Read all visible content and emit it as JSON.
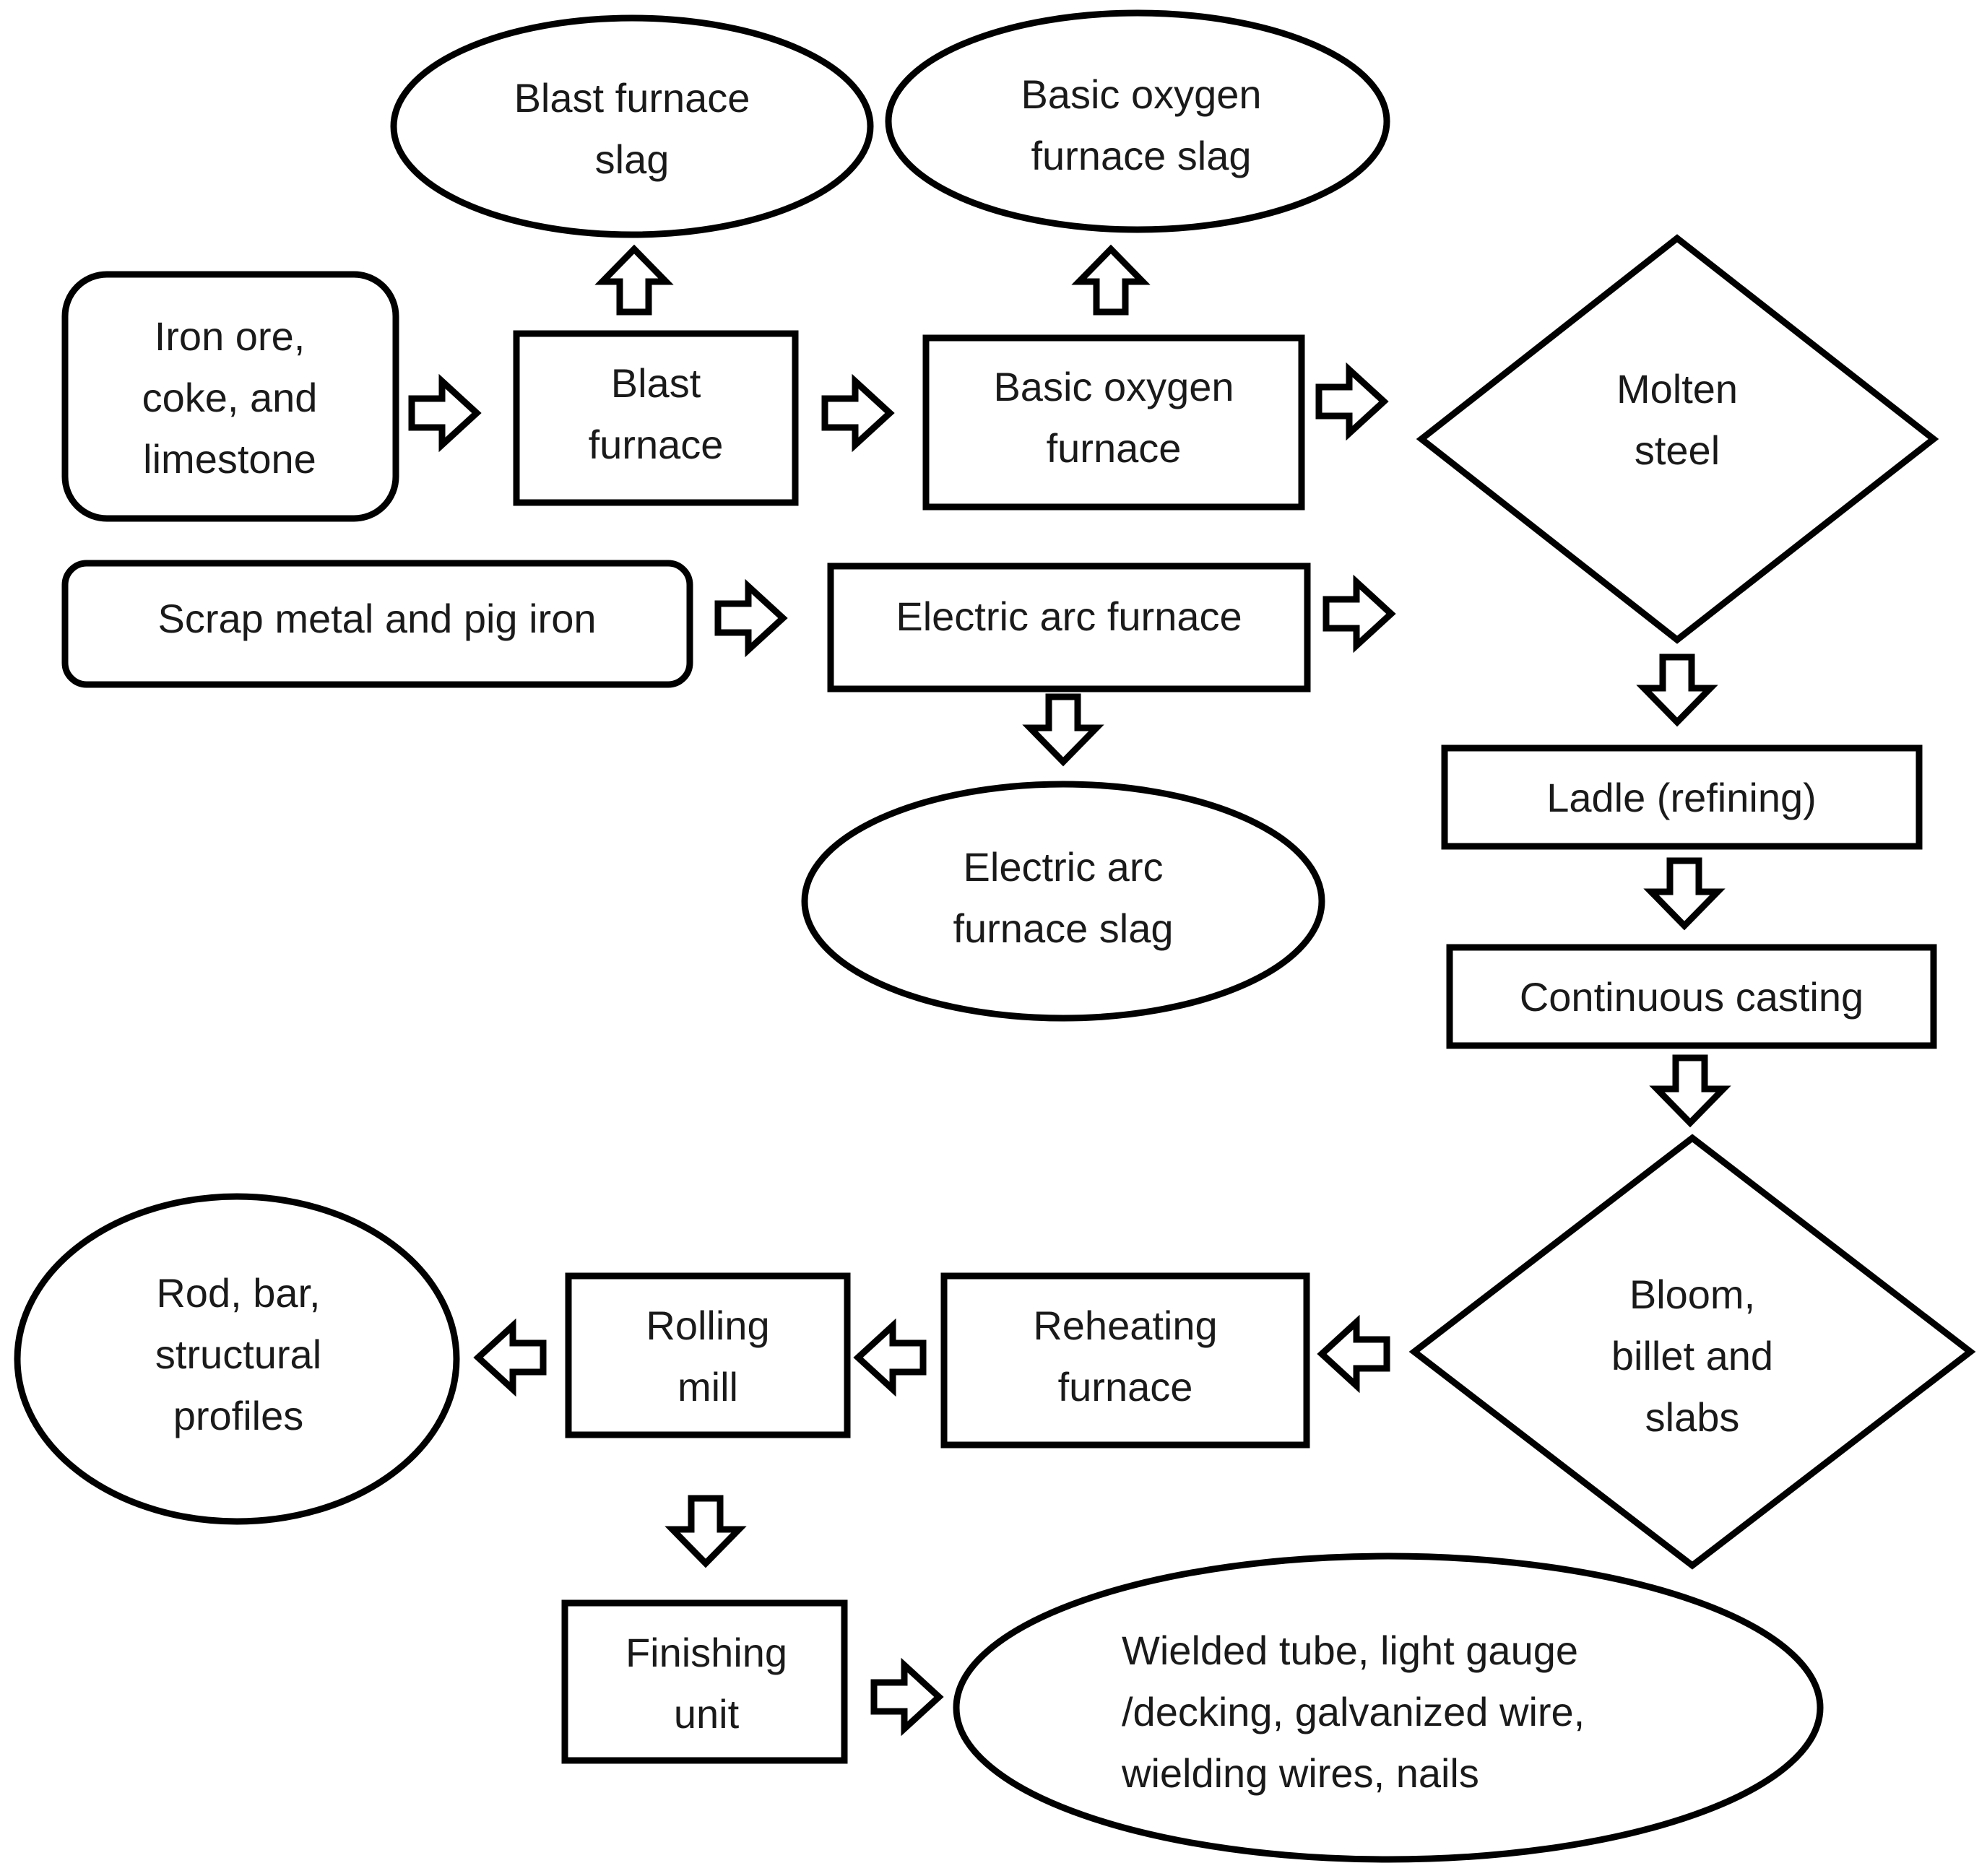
{
  "nodes": {
    "blast_furnace_slag": {
      "lines": [
        "Blast furnace",
        "slag"
      ]
    },
    "bof_slag": {
      "lines": [
        "Basic oxygen",
        "furnace slag"
      ]
    },
    "raw_materials": {
      "lines": [
        "Iron ore,",
        "coke, and",
        "limestone"
      ]
    },
    "blast_furnace": {
      "lines": [
        "Blast",
        "furnace"
      ]
    },
    "basic_oxygen_furnace": {
      "lines": [
        "Basic oxygen",
        "furnace"
      ]
    },
    "molten_steel": {
      "lines": [
        "Molten",
        "steel"
      ]
    },
    "scrap_metal": {
      "lines": [
        "Scrap metal and pig iron"
      ]
    },
    "electric_arc_furnace": {
      "lines": [
        "Electric arc furnace"
      ]
    },
    "eaf_slag": {
      "lines": [
        "Electric arc",
        "furnace slag"
      ]
    },
    "ladle": {
      "lines": [
        "Ladle (refining)"
      ]
    },
    "continuous_casting": {
      "lines": [
        "Continuous casting"
      ]
    },
    "bloom_billet_slabs": {
      "lines": [
        "Bloom,",
        "billet and",
        "slabs"
      ]
    },
    "reheating_furnace": {
      "lines": [
        "Reheating",
        "furnace"
      ]
    },
    "rolling_mill": {
      "lines": [
        "Rolling",
        "mill"
      ]
    },
    "rod_bar_profiles": {
      "lines": [
        "Rod, bar,",
        "structural",
        "profiles"
      ]
    },
    "finishing_unit": {
      "lines": [
        "Finishing",
        "unit"
      ]
    },
    "finished_products": {
      "lines": [
        "Wielded tube, light gauge",
        "/decking, galvanized wire,",
        "wielding wires, nails"
      ]
    }
  }
}
